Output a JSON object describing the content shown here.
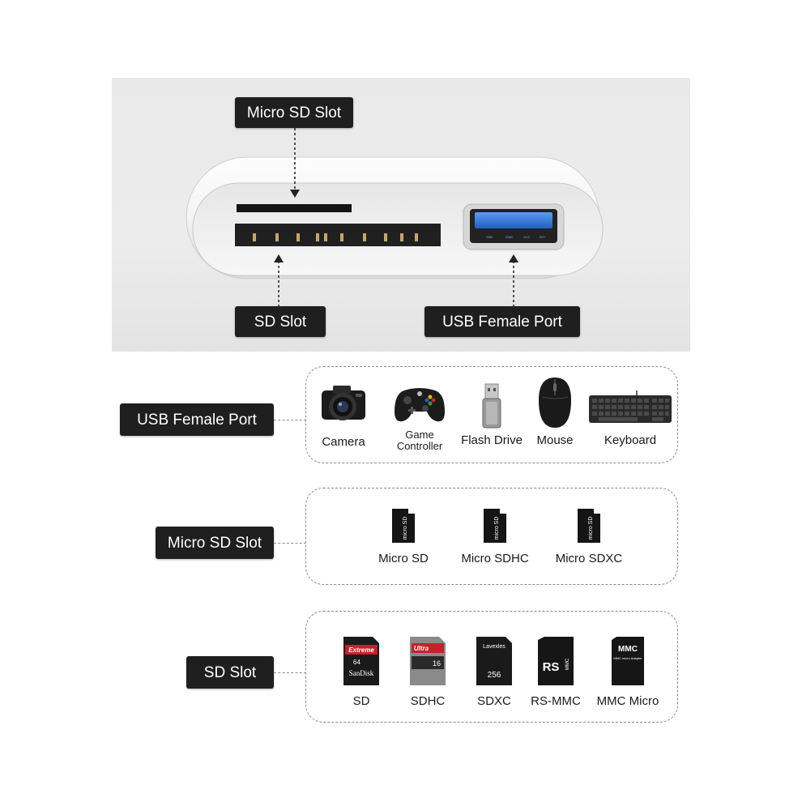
{
  "callouts": {
    "micro_sd_slot": "Micro SD Slot",
    "sd_slot": "SD Slot",
    "usb_female_port": "USB Female Port"
  },
  "sections": [
    {
      "label": "USB Female Port",
      "items": [
        {
          "label": "Camera",
          "icon": "camera-icon"
        },
        {
          "label": "Game\nController",
          "icon": "game-controller-icon"
        },
        {
          "label": "Flash Drive",
          "icon": "flash-drive-icon"
        },
        {
          "label": "Mouse",
          "icon": "mouse-icon"
        },
        {
          "label": "Keyboard",
          "icon": "keyboard-icon"
        }
      ]
    },
    {
      "label": "Micro SD Slot",
      "items": [
        {
          "label": "Micro SD",
          "icon": "micro-sd-card-icon"
        },
        {
          "label": "Micro SDHC",
          "icon": "micro-sdhc-card-icon"
        },
        {
          "label": "Micro SDXC",
          "icon": "micro-sdxc-card-icon"
        }
      ]
    },
    {
      "label": "SD Slot",
      "items": [
        {
          "label": "SD",
          "icon": "sd-card-icon"
        },
        {
          "label": "SDHC",
          "icon": "sdhc-card-icon"
        },
        {
          "label": "SDXC",
          "icon": "sdxc-card-icon"
        },
        {
          "label": "RS-MMC",
          "icon": "rs-mmc-card-icon"
        },
        {
          "label": "MMC Micro",
          "icon": "mmc-micro-card-icon"
        }
      ]
    }
  ],
  "card_text": {
    "sd": {
      "brand": "Extreme",
      "cap": "64",
      "make": "SanDisk"
    },
    "sdhc": {
      "brand": "Ultra",
      "cap": "16"
    },
    "sdxc": {
      "brand": "Lavexles",
      "cap": "256"
    },
    "rsmmc": {
      "mark": "RS",
      "sub": "MMC"
    },
    "mmcmicro": {
      "mark": "MMC",
      "sub": "MMC micro Adapter"
    },
    "microsd": {
      "mark": "micro SD"
    }
  },
  "colors": {
    "tag_bg": "#1f1f1f",
    "usb_port_blue": "#2a6fd1",
    "sd_red": "#c8202a"
  }
}
